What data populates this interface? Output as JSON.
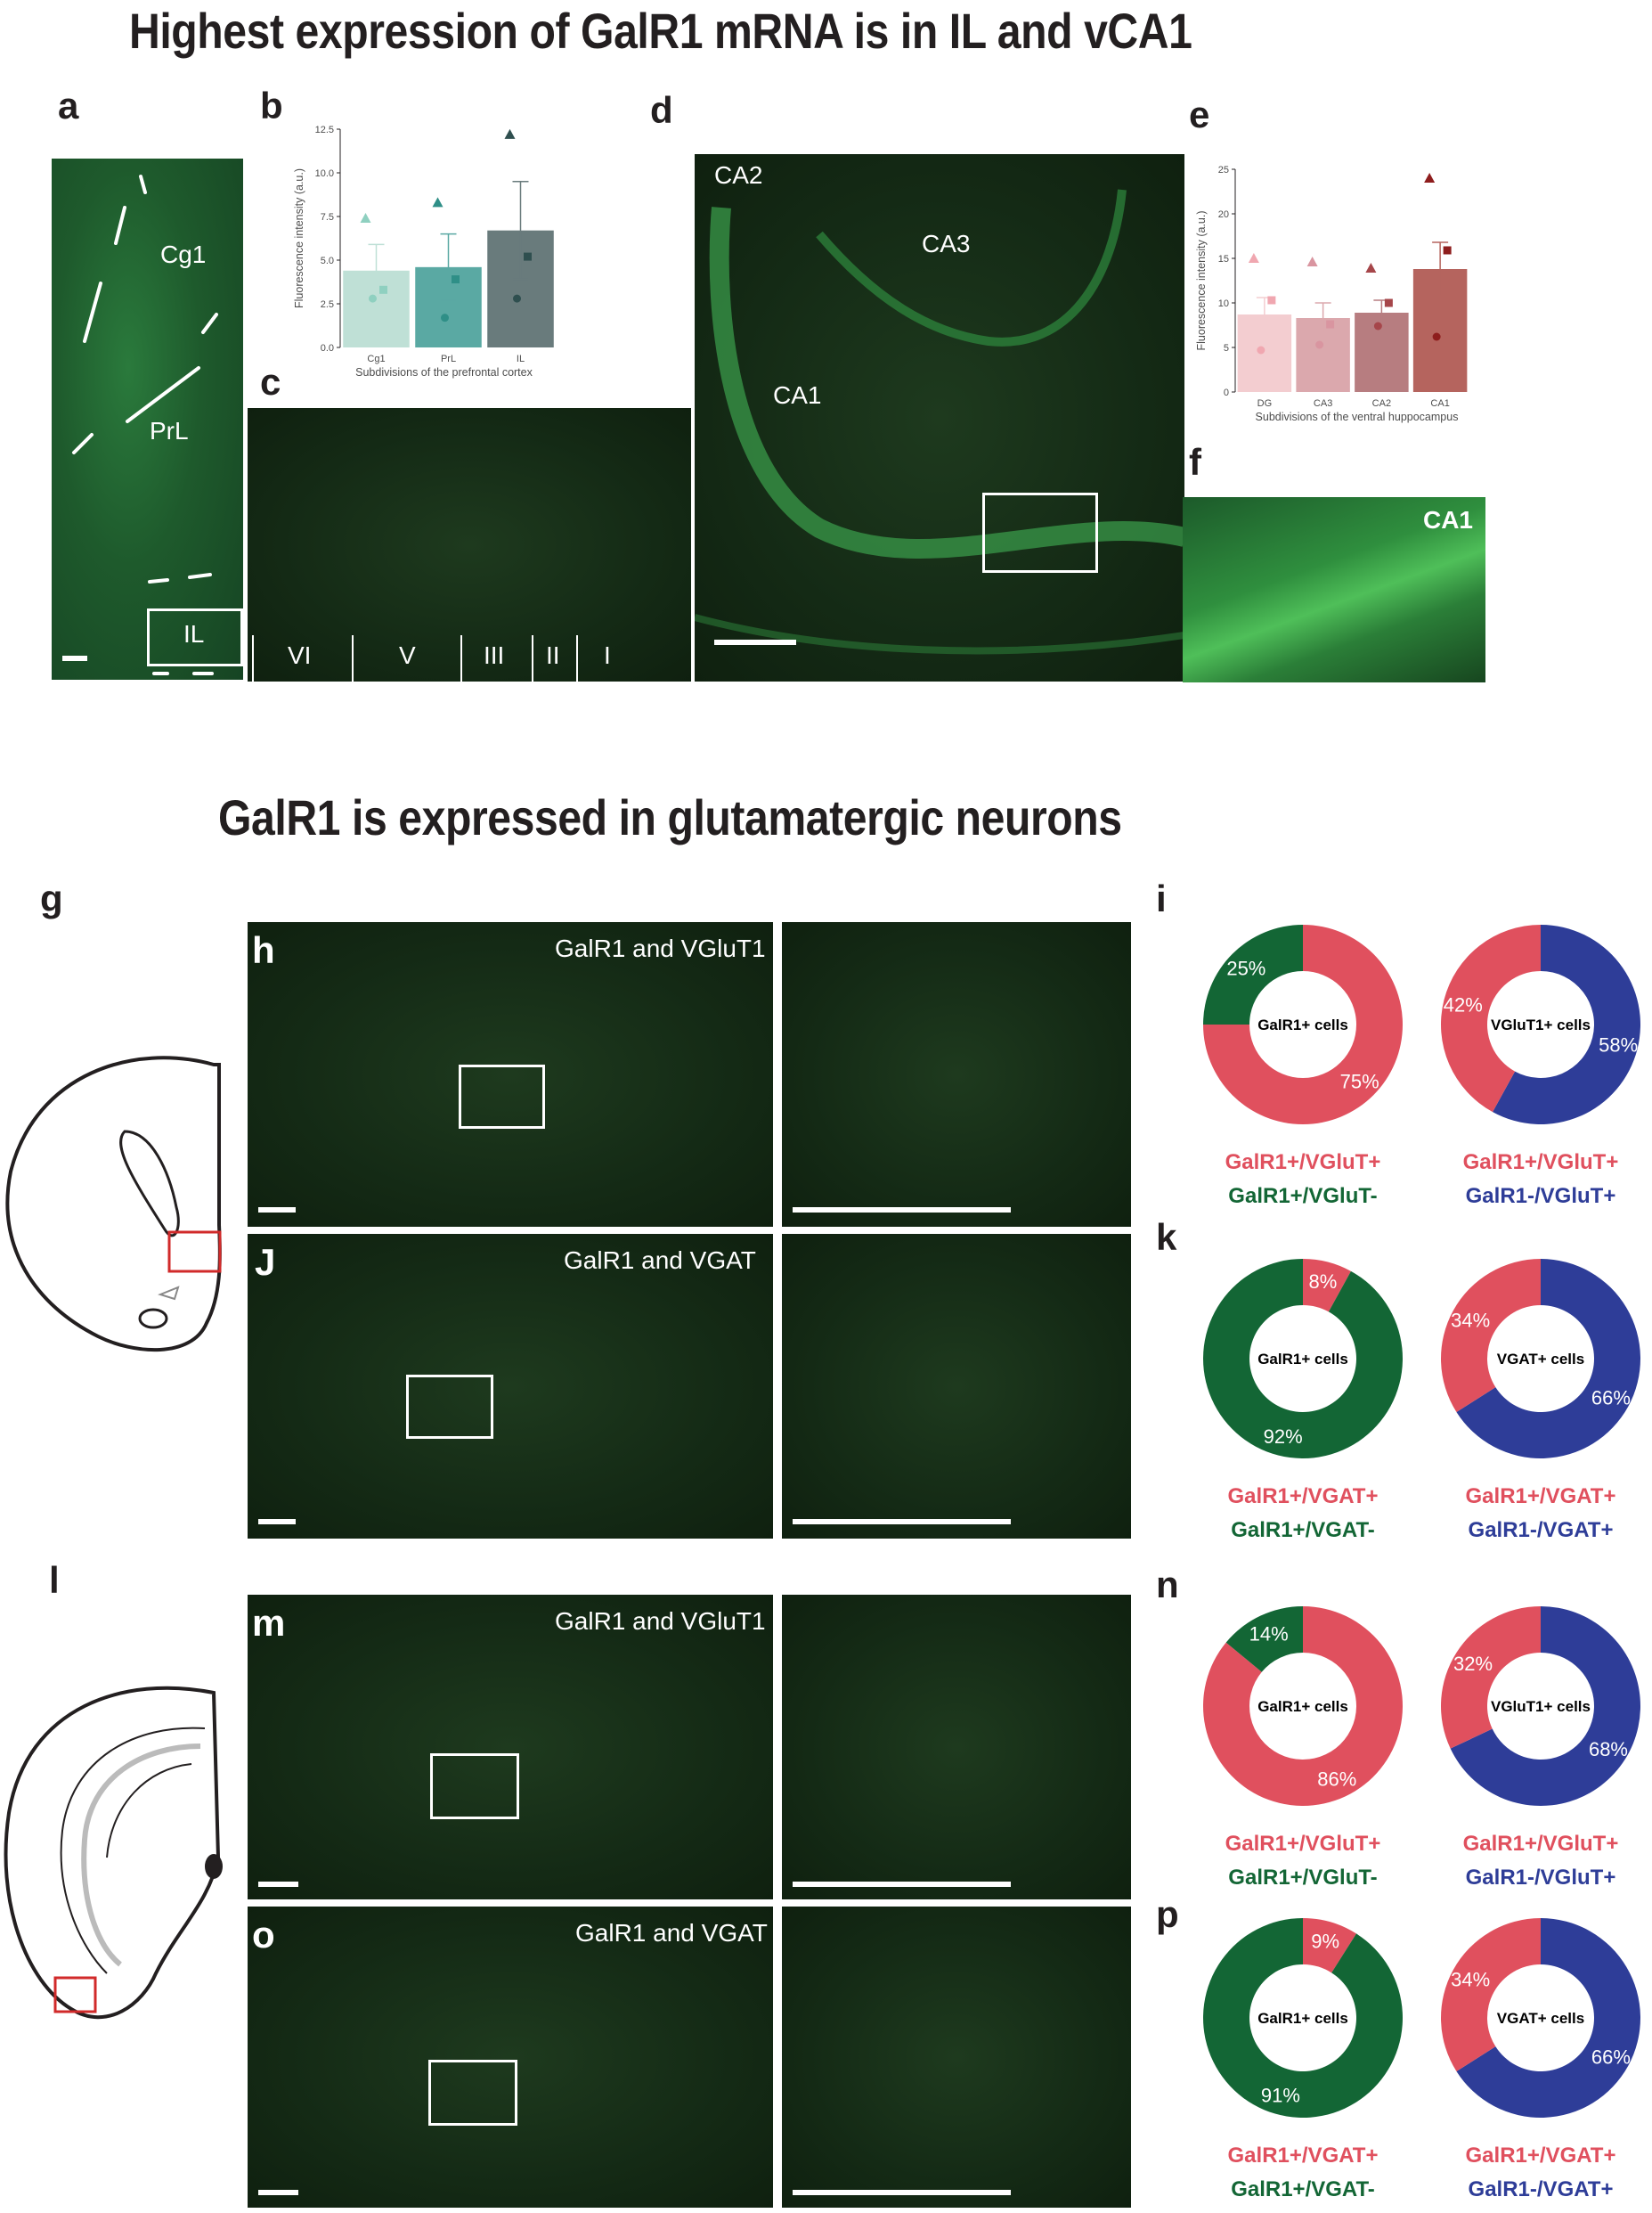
{
  "titles": {
    "top": "Highest expression of GalR1 mRNA is in IL and vCA1",
    "middle": "GalR1 is expressed in glutamatergic neurons"
  },
  "panel_letters": {
    "a": "a",
    "b": "b",
    "c": "c",
    "d": "d",
    "e": "e",
    "f": "f",
    "g": "g",
    "h": "h",
    "i": "i",
    "j": "J",
    "k": "k",
    "l": "l",
    "m": "m",
    "n": "n",
    "o": "o",
    "p": "p"
  },
  "panel_a": {
    "regions": [
      "Cg1",
      "PrL",
      "IL"
    ]
  },
  "panel_c": {
    "layers": [
      "VI",
      "V",
      "III",
      "II",
      "I"
    ]
  },
  "panel_d": {
    "regions": [
      "CA2",
      "CA3",
      "CA1"
    ]
  },
  "panel_f": {
    "region": "CA1"
  },
  "micrograph_titles": {
    "h": "GalR1 and VGluT1",
    "j": "GalR1 and VGAT",
    "m": "GalR1 and VGluT1",
    "o": "GalR1 and VGAT"
  },
  "colors": {
    "galr1_red": "#e0505e",
    "green": "#136635",
    "blue": "#2e3d98",
    "b_bar1": "#bfe0d6",
    "b_bar2": "#5aa9a3",
    "b_bar3": "#697b7c",
    "e_bar1": "#f3cdd0",
    "e_bar2": "#dba8ad",
    "e_bar3": "#b77d80",
    "e_bar4": "#b5645e"
  },
  "chart_data": [
    {
      "id": "b",
      "type": "bar",
      "categories": [
        "Cg1",
        "PrL",
        "IL"
      ],
      "values": [
        4.4,
        4.6,
        6.7
      ],
      "error_low": [
        3.0,
        2.7,
        3.9
      ],
      "error_high": [
        5.9,
        6.5,
        9.5
      ],
      "points": [
        [
          7.4,
          3.3,
          2.8
        ],
        [
          8.3,
          3.9,
          1.7
        ],
        [
          12.2,
          5.2,
          2.8
        ]
      ],
      "xlabel": "Subdivisions of the prefrontal cortex",
      "ylabel": "Fluorescence intensity (a.u.)",
      "ylim": [
        0,
        12.5
      ],
      "yticks": [
        "0.0",
        "2.5",
        "5.0",
        "7.5",
        "10.0",
        "12.5"
      ]
    },
    {
      "id": "e",
      "type": "bar",
      "categories": [
        "DG",
        "CA3",
        "CA2",
        "CA1"
      ],
      "values": [
        8.7,
        8.3,
        8.9,
        13.8
      ],
      "error_low": [
        6.8,
        6.6,
        7.4,
        10.8
      ],
      "error_high": [
        10.6,
        10.0,
        10.3,
        16.8
      ],
      "points": [
        [
          15.0,
          10.3,
          4.7
        ],
        [
          14.6,
          7.6,
          5.3
        ],
        [
          13.9,
          10.0,
          7.4
        ],
        [
          24.0,
          15.9,
          6.2
        ]
      ],
      "xlabel": "Subdivisions of the ventral huppocampus",
      "ylabel": "Fluorescence intensity (a.u.)",
      "ylim": [
        0,
        25
      ],
      "yticks": [
        "0",
        "5",
        "10",
        "15",
        "20",
        "25"
      ]
    },
    {
      "id": "i-left",
      "type": "pie",
      "center_label": "GalR1+ cells",
      "slices": [
        {
          "label": "75%",
          "value": 75,
          "color": "#e0505e"
        },
        {
          "label": "25%",
          "value": 25,
          "color": "#136635"
        }
      ],
      "legend": [
        {
          "text": "GalR1+/VGluT+",
          "color": "#e0505e"
        },
        {
          "text": "GalR1+/VGluT-",
          "color": "#136635"
        }
      ]
    },
    {
      "id": "i-right",
      "type": "pie",
      "center_label": "VGluT1+ cells",
      "slices": [
        {
          "label": "58%",
          "value": 58,
          "color": "#2e3d98"
        },
        {
          "label": "42%",
          "value": 42,
          "color": "#e0505e"
        }
      ],
      "legend": [
        {
          "text": "GalR1+/VGluT+",
          "color": "#e0505e"
        },
        {
          "text": "GalR1-/VGluT+",
          "color": "#2e3d98"
        }
      ]
    },
    {
      "id": "k-left",
      "type": "pie",
      "center_label": "GalR1+ cells",
      "slices": [
        {
          "label": "8%",
          "value": 8,
          "color": "#e0505e"
        },
        {
          "label": "92%",
          "value": 92,
          "color": "#136635"
        }
      ],
      "legend": [
        {
          "text": "GalR1+/VGAT+",
          "color": "#e0505e"
        },
        {
          "text": "GalR1+/VGAT-",
          "color": "#136635"
        }
      ]
    },
    {
      "id": "k-right",
      "type": "pie",
      "center_label": "VGAT+ cells",
      "slices": [
        {
          "label": "66%",
          "value": 66,
          "color": "#2e3d98"
        },
        {
          "label": "34%",
          "value": 34,
          "color": "#e0505e"
        }
      ],
      "legend": [
        {
          "text": "GalR1+/VGAT+",
          "color": "#e0505e"
        },
        {
          "text": "GalR1-/VGAT+",
          "color": "#2e3d98"
        }
      ]
    },
    {
      "id": "n-left",
      "type": "pie",
      "center_label": "GalR1+ cells",
      "slices": [
        {
          "label": "86%",
          "value": 86,
          "color": "#e0505e"
        },
        {
          "label": "14%",
          "value": 14,
          "color": "#136635"
        }
      ],
      "legend": [
        {
          "text": "GalR1+/VGluT+",
          "color": "#e0505e"
        },
        {
          "text": "GalR1+/VGluT-",
          "color": "#136635"
        }
      ]
    },
    {
      "id": "n-right",
      "type": "pie",
      "center_label": "VGluT1+ cells",
      "slices": [
        {
          "label": "68%",
          "value": 68,
          "color": "#2e3d98"
        },
        {
          "label": "32%",
          "value": 32,
          "color": "#e0505e"
        }
      ],
      "legend": [
        {
          "text": "GalR1+/VGluT+",
          "color": "#e0505e"
        },
        {
          "text": "GalR1-/VGluT+",
          "color": "#2e3d98"
        }
      ]
    },
    {
      "id": "p-left",
      "type": "pie",
      "center_label": "GalR1+ cells",
      "slices": [
        {
          "label": "9%",
          "value": 9,
          "color": "#e0505e"
        },
        {
          "label": "91%",
          "value": 91,
          "color": "#136635"
        }
      ],
      "legend": [
        {
          "text": "GalR1+/VGAT+",
          "color": "#e0505e"
        },
        {
          "text": "GalR1+/VGAT-",
          "color": "#136635"
        }
      ]
    },
    {
      "id": "p-right",
      "type": "pie",
      "center_label": "VGAT+ cells",
      "slices": [
        {
          "label": "66%",
          "value": 66,
          "color": "#2e3d98"
        },
        {
          "label": "34%",
          "value": 34,
          "color": "#e0505e"
        }
      ],
      "legend": [
        {
          "text": "GalR1+/VGAT+",
          "color": "#e0505e"
        },
        {
          "text": "GalR1-/VGAT+",
          "color": "#2e3d98"
        }
      ]
    }
  ]
}
